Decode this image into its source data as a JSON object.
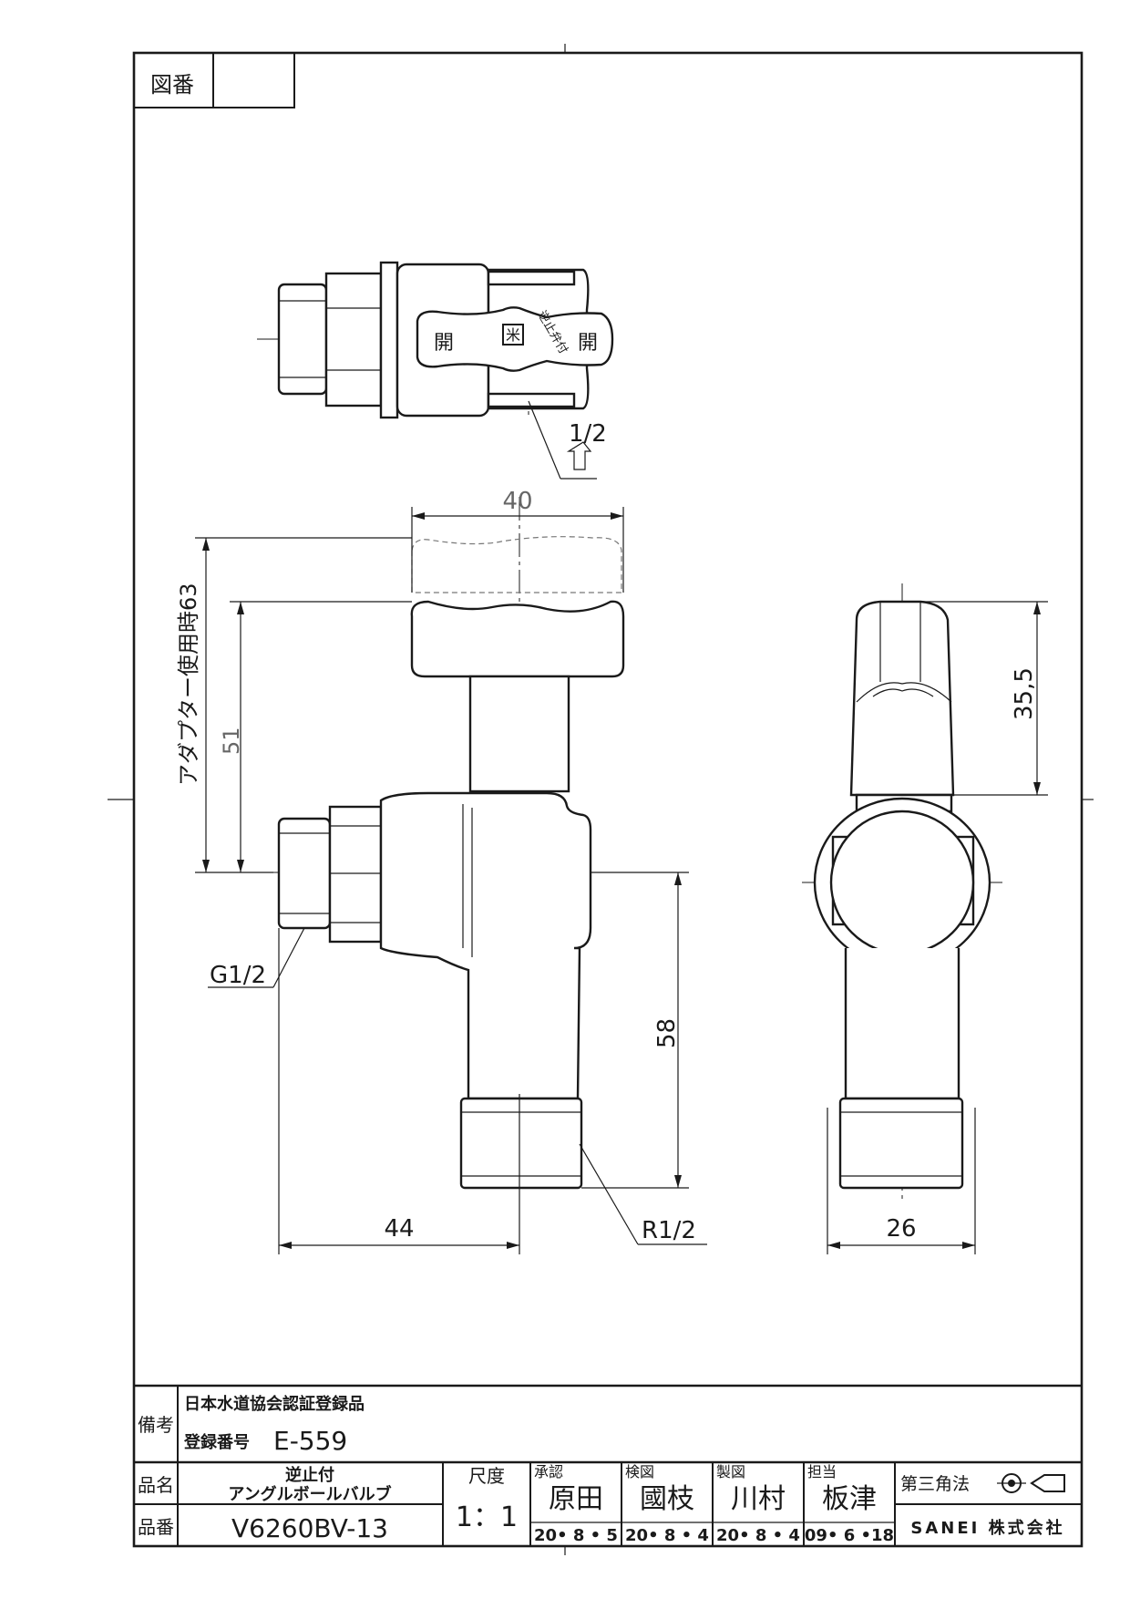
{
  "drawing_number": {
    "label": "図番",
    "value": ""
  },
  "top_view": {
    "handle_marks": {
      "open_left": "開",
      "open_right": "開",
      "center": "米",
      "text": "逆止弁付"
    },
    "size_label": "1/2"
  },
  "dimensions": {
    "handle_width": "40",
    "adapter_height": "アダプター使用時63",
    "height_51": "51",
    "inlet_thread": "G1/2",
    "outlet_drop": "58",
    "inlet_offset": "44",
    "outlet_thread": "R1/2",
    "side_height": "35,5",
    "side_width": "26"
  },
  "title_block": {
    "remarks_label": "備考",
    "remarks_line1": "日本水道協会認証登録品",
    "remarks_line2_label": "登録番号",
    "remarks_line2_value": "E-559",
    "product_name_label": "品名",
    "product_name_line1": "逆止付",
    "product_name_line2": "アングルボールバルブ",
    "product_number_label": "品番",
    "product_number": "V6260BV-13",
    "scale_label": "尺度",
    "scale_value": "1：1",
    "approval_label": "承認",
    "approval_name": "原田",
    "approval_date": "20• 8 • 5",
    "check_label": "検図",
    "check_name": "國枝",
    "check_date": "20• 8 • 4",
    "drawn_label": "製図",
    "drawn_name": "川村",
    "drawn_date": "20• 8 • 4",
    "charge_label": "担当",
    "charge_name": "板津",
    "charge_date": "09• 6 •18",
    "projection_label": "第三角法",
    "company": "SANEI 株式会社"
  }
}
